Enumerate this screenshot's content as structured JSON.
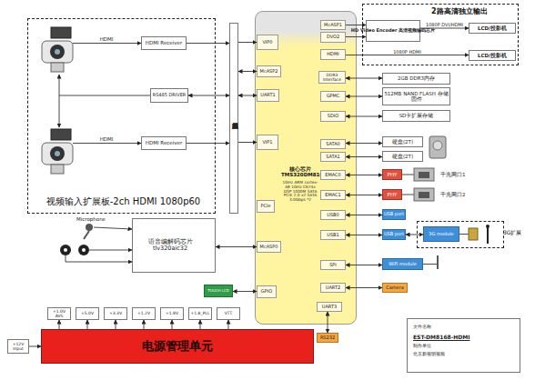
{
  "diagram": {
    "nodes": [
      {
        "text": [
          "视频输入扩展板-2ch HDMI 1080p60"
        ]
      },
      {
        "text": [
          "HDMI Receiver"
        ],
        "in": 0
      },
      {
        "text": [
          "RS485 DRIVER"
        ],
        "in": 0
      },
      {
        "text": [
          "HDMI Receiver"
        ],
        "in": 0
      },
      {
        "text": [
          "视频输入扩展总线"
        ]
      },
      {
        "text": [
          "核心芯片 TMS320DM8168",
          "1GHz ARM cortex-A8 1GHz C674x DSP 1000M SATA PCIE 2.0 x2 SATA 3.0Gbps *2"
        ]
      },
      {
        "text": [
          "VIP0"
        ],
        "in": 5
      },
      {
        "text": [
          "McASP2"
        ],
        "in": 5
      },
      {
        "text": [
          "UART1"
        ],
        "in": 5
      },
      {
        "text": [
          "VIP1"
        ],
        "in": 5
      },
      {
        "text": [
          "PCIe"
        ],
        "in": 5
      },
      {
        "text": [
          "McASP0"
        ],
        "in": 5
      },
      {
        "text": [
          "GPIO"
        ],
        "in": 5
      },
      {
        "text": [
          "McASP1"
        ],
        "in": 5
      },
      {
        "text": [
          "DVO2"
        ],
        "in": 5
      },
      {
        "text": [
          "HDMI"
        ],
        "in": 5
      },
      {
        "text": [
          "DDR3 Interface"
        ],
        "in": 5
      },
      {
        "text": [
          "GPMC"
        ],
        "in": 5
      },
      {
        "text": [
          "SDIO"
        ],
        "in": 5
      },
      {
        "text": [
          "SATA0"
        ],
        "in": 5
      },
      {
        "text": [
          "SATA1"
        ],
        "in": 5
      },
      {
        "text": [
          "EMAC0"
        ],
        "in": 5
      },
      {
        "text": [
          "EMAC1"
        ],
        "in": 5
      },
      {
        "text": [
          "USB0"
        ],
        "in": 5
      },
      {
        "text": [
          "USB1"
        ],
        "in": 5
      },
      {
        "text": [
          "SPI"
        ],
        "in": 5
      },
      {
        "text": [
          "UART2"
        ],
        "in": 5
      },
      {
        "text": [
          "UART3"
        ],
        "in": 5
      },
      {
        "text": [
          "2路高清独立输出"
        ]
      },
      {
        "text": [
          "HD Video Encoder 高清视频编码芯片"
        ],
        "in": 28
      },
      {
        "text": [
          "LCD/投影机"
        ],
        "in": 28
      },
      {
        "text": [
          "LCD/投影机"
        ],
        "in": 28
      },
      {
        "text": [
          "2GB DDR3内存"
        ]
      },
      {
        "text": [
          "512MB NAND FLASH 存储固件"
        ]
      },
      {
        "text": [
          "SD卡扩展存储"
        ]
      },
      {
        "text": [
          "硬盘(2T)"
        ]
      },
      {
        "text": [
          "硬盘(2T)"
        ]
      },
      {
        "text": [
          "PHY"
        ]
      },
      {
        "text": [
          "PHY"
        ]
      },
      {
        "text": [
          "USB port"
        ]
      },
      {
        "text": [
          "USB port"
        ]
      },
      {
        "text": [
          "3G扩展"
        ]
      },
      {
        "text": [
          "3G module"
        ],
        "in": 41
      },
      {
        "text": [
          "WiFi module"
        ]
      },
      {
        "text": [
          "Camera"
        ]
      },
      {
        "text": [
          "RS232"
        ]
      },
      {
        "text": [
          "TOUCH LCD"
        ]
      },
      {
        "text": [
          "语音编解码芯片 tlv320aic32"
        ]
      },
      {
        "text": [
          "电源管理单元"
        ]
      },
      {
        "text": [
          "+12V Input"
        ]
      },
      {
        "text": [
          "+1.0V AVS"
        ]
      },
      {
        "text": [
          "+5.0V"
        ]
      },
      {
        "text": [
          "+3.3V"
        ]
      },
      {
        "text": [
          "+1.2V"
        ]
      },
      {
        "text": [
          "+1.8V"
        ]
      },
      {
        "text": [
          "+1.8_PLL"
        ]
      },
      {
        "text": [
          "VTT"
        ]
      },
      {
        "text": [
          "文件名称",
          "EST-DM8168-HDMI",
          "制作单位",
          "北京新视明视频"
        ]
      }
    ],
    "edges": [
      {
        "from": 1,
        "to": 4,
        "arrow": "to"
      },
      {
        "from": 4,
        "to": 6,
        "arrow": "to"
      },
      {
        "from": 2,
        "to": 4,
        "arrow": "both"
      },
      {
        "from": 4,
        "to": 7,
        "arrow": "both"
      },
      {
        "from": 4,
        "to": 8,
        "arrow": "both"
      },
      {
        "from": 3,
        "to": 4,
        "arrow": "to"
      },
      {
        "from": 4,
        "to": 9,
        "arrow": "to"
      },
      {
        "from": 13,
        "to": 29,
        "arrow": "to"
      },
      {
        "from": 14,
        "to": 29,
        "arrow": "to"
      },
      {
        "from": 29,
        "to": 30,
        "label": "1080P DVI/HDMI",
        "arrow": "to"
      },
      {
        "from": 15,
        "to": 31,
        "label": "1080P HDMI",
        "arrow": "to"
      },
      {
        "from": 16,
        "to": 32,
        "arrow": "both"
      },
      {
        "from": 17,
        "to": 33,
        "arrow": "both"
      },
      {
        "from": 18,
        "to": 34,
        "arrow": "both"
      },
      {
        "from": 19,
        "to": 35,
        "arrow": "both"
      },
      {
        "from": 20,
        "to": 36,
        "arrow": "both"
      },
      {
        "from": 21,
        "to": 37,
        "arrow": "both"
      },
      {
        "from": 22,
        "to": 38,
        "arrow": "both"
      },
      {
        "from": 23,
        "to": 39,
        "arrow": "both"
      },
      {
        "from": 24,
        "to": 40,
        "arrow": "both"
      },
      {
        "from": 40,
        "to": 42,
        "arrow": "both"
      },
      {
        "from": 25,
        "to": 43,
        "arrow": "both"
      },
      {
        "from": 26,
        "to": 44,
        "arrow": "both"
      },
      {
        "from": 27,
        "to": 45,
        "arrow": "both"
      },
      {
        "from": 12,
        "to": 46,
        "arrow": "both"
      },
      {
        "from": 11,
        "to": 47,
        "arrow": "both"
      },
      {
        "from": 49,
        "to": 48,
        "arrow": "to"
      },
      {
        "from": 48,
        "to": 50,
        "arrow": "to"
      },
      {
        "from": 48,
        "to": 51,
        "arrow": "to"
      },
      {
        "from": 48,
        "to": 52,
        "arrow": "to"
      },
      {
        "from": 48,
        "to": 53,
        "arrow": "to"
      },
      {
        "from": 48,
        "to": 54,
        "arrow": "to"
      },
      {
        "from": 48,
        "to": 55,
        "arrow": "to"
      },
      {
        "from": 48,
        "to": 56,
        "arrow": "to"
      }
    ],
    "labels": [
      "HDMI",
      "HDMI",
      "Microphone",
      "千兆网口1",
      "千兆网口2"
    ]
  }
}
